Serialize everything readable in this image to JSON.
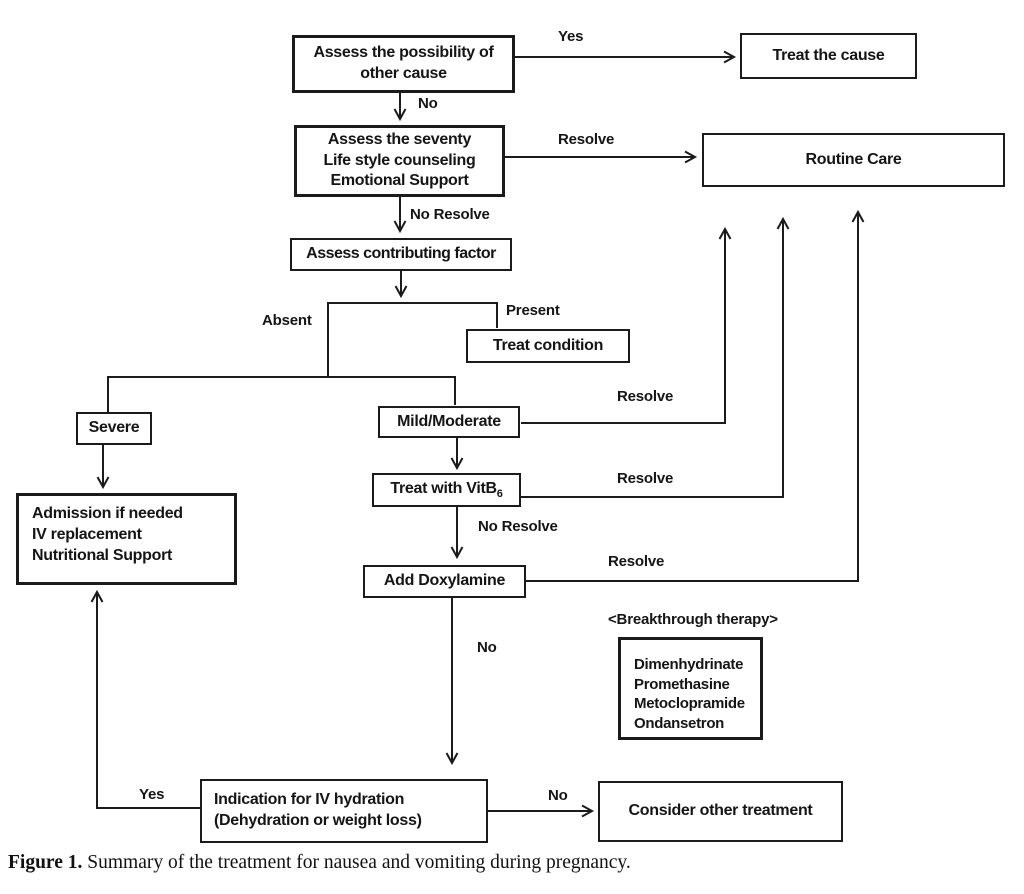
{
  "figure": {
    "caption_label": "Figure 1.",
    "caption_text": " Summary of the treatment for nausea and vomiting during pregnancy."
  },
  "colors": {
    "line": "#1b1b1b",
    "background": "#ffffff",
    "text": "#151515"
  },
  "nodes": {
    "assess_possibility": {
      "lines": [
        "Assess the possibility of",
        "other cause"
      ]
    },
    "treat_cause": {
      "label": "Treat the cause"
    },
    "assess_severity": {
      "lines": [
        "Assess the seventy",
        "Life style counseling",
        "Emotional Support"
      ]
    },
    "routine_care": {
      "label": "Routine Care"
    },
    "assess_contributing": {
      "label": "Assess contributing factor"
    },
    "treat_condition": {
      "label": "Treat condition"
    },
    "severe": {
      "label": "Severe"
    },
    "mild_moderate": {
      "label": "Mild/Moderate"
    },
    "treat_vitb6": {
      "text": "Treat with VitB",
      "subscript": "6"
    },
    "admission": {
      "lines": [
        "Admission if needed",
        "IV replacement",
        "Nutritional Support"
      ]
    },
    "add_doxylamine": {
      "label": "Add Doxylamine"
    },
    "breakthrough": {
      "title": "<Breakthrough therapy>",
      "lines": [
        "Dimenhydrinate",
        "Promethasine",
        "Metoclopramide",
        "Ondansetron"
      ]
    },
    "indication_iv": {
      "lines": [
        "Indication for IV hydration",
        "(Dehydration or weight loss)"
      ]
    },
    "consider_other": {
      "label": "Consider other treatment"
    }
  },
  "edge_labels": {
    "yes_top": "Yes",
    "no_top": "No",
    "resolve_severity": "Resolve",
    "no_resolve_severity": "No Resolve",
    "absent": "Absent",
    "present": "Present",
    "resolve_mild": "Resolve",
    "resolve_vitb6": "Resolve",
    "no_resolve_vitb6": "No Resolve",
    "resolve_doxylamine": "Resolve",
    "no_doxylamine": "No",
    "yes_bottom": "Yes",
    "no_bottom": "No"
  }
}
